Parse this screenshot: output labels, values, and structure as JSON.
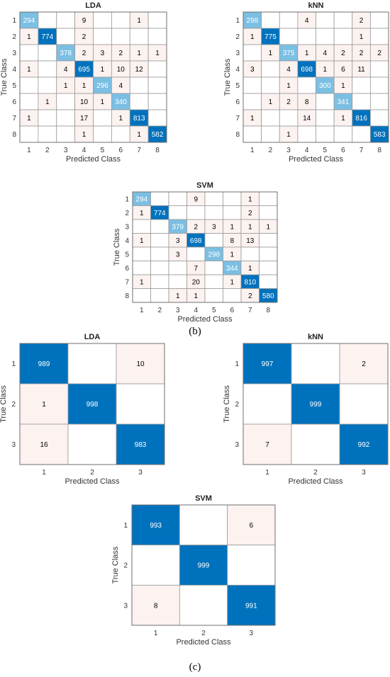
{
  "panel_labels": [
    "(b)",
    "(c)"
  ],
  "colors": {
    "diag_dark": "#0072BD",
    "diag_light": "#7BBFE3",
    "off_light": "#FCF2F0",
    "text_dark": "#000000",
    "text_light": "#FFFFFF",
    "grid": "#9A9A9A"
  },
  "chart_data": [
    {
      "type": "heatmap",
      "title": "LDA",
      "xlabel": "Predicted Class",
      "ylabel": "True Class",
      "labels": [
        "1",
        "2",
        "3",
        "4",
        "5",
        "6",
        "7",
        "8"
      ],
      "matrix": [
        [
          294,
          0,
          0,
          9,
          0,
          0,
          1,
          0
        ],
        [
          1,
          774,
          0,
          2,
          0,
          0,
          0,
          0
        ],
        [
          0,
          0,
          378,
          2,
          3,
          2,
          1,
          1
        ],
        [
          1,
          0,
          4,
          695,
          1,
          10,
          12,
          0
        ],
        [
          0,
          0,
          1,
          1,
          296,
          4,
          0,
          0
        ],
        [
          0,
          1,
          0,
          10,
          1,
          340,
          0,
          0
        ],
        [
          1,
          0,
          0,
          17,
          0,
          1,
          813,
          0
        ],
        [
          0,
          0,
          0,
          1,
          0,
          0,
          1,
          582
        ]
      ]
    },
    {
      "type": "heatmap",
      "title": "kNN",
      "xlabel": "Predicted Class",
      "ylabel": "True Class",
      "labels": [
        "1",
        "2",
        "3",
        "4",
        "5",
        "6",
        "7",
        "8"
      ],
      "matrix": [
        [
          298,
          0,
          0,
          4,
          0,
          0,
          2,
          0
        ],
        [
          1,
          775,
          0,
          0,
          0,
          0,
          1,
          0
        ],
        [
          0,
          1,
          375,
          1,
          4,
          2,
          2,
          2
        ],
        [
          3,
          0,
          4,
          698,
          1,
          6,
          11,
          0
        ],
        [
          0,
          0,
          1,
          0,
          300,
          1,
          0,
          0
        ],
        [
          0,
          1,
          2,
          8,
          0,
          341,
          0,
          0
        ],
        [
          1,
          0,
          0,
          14,
          0,
          1,
          816,
          0
        ],
        [
          0,
          0,
          1,
          0,
          0,
          0,
          0,
          583
        ]
      ]
    },
    {
      "type": "heatmap",
      "title": "SVM",
      "xlabel": "Predicted Class",
      "ylabel": "True Class",
      "labels": [
        "1",
        "2",
        "3",
        "4",
        "5",
        "6",
        "7",
        "8"
      ],
      "matrix": [
        [
          294,
          0,
          0,
          9,
          0,
          0,
          1,
          0
        ],
        [
          1,
          774,
          0,
          0,
          0,
          0,
          2,
          0
        ],
        [
          0,
          0,
          379,
          2,
          3,
          1,
          1,
          1
        ],
        [
          1,
          0,
          3,
          698,
          0,
          8,
          13,
          0
        ],
        [
          0,
          0,
          3,
          0,
          298,
          1,
          0,
          0
        ],
        [
          0,
          0,
          0,
          7,
          0,
          344,
          1,
          0
        ],
        [
          1,
          0,
          0,
          20,
          0,
          1,
          810,
          0
        ],
        [
          0,
          0,
          1,
          1,
          0,
          0,
          2,
          580
        ]
      ]
    },
    {
      "type": "heatmap",
      "title": "LDA",
      "xlabel": "Predicted Class",
      "ylabel": "True Class",
      "labels": [
        "1",
        "2",
        "3"
      ],
      "matrix": [
        [
          989,
          0,
          10
        ],
        [
          1,
          998,
          0
        ],
        [
          16,
          0,
          983
        ]
      ]
    },
    {
      "type": "heatmap",
      "title": "kNN",
      "xlabel": "Predicted Class",
      "ylabel": "True Class",
      "labels": [
        "1",
        "2",
        "3"
      ],
      "matrix": [
        [
          997,
          0,
          2
        ],
        [
          0,
          999,
          0
        ],
        [
          7,
          0,
          992
        ]
      ]
    },
    {
      "type": "heatmap",
      "title": "SVM",
      "xlabel": "Predicted Class",
      "ylabel": "True Class",
      "labels": [
        "1",
        "2",
        "3"
      ],
      "matrix": [
        [
          993,
          0,
          6
        ],
        [
          0,
          999,
          0
        ],
        [
          8,
          0,
          991
        ]
      ]
    }
  ]
}
